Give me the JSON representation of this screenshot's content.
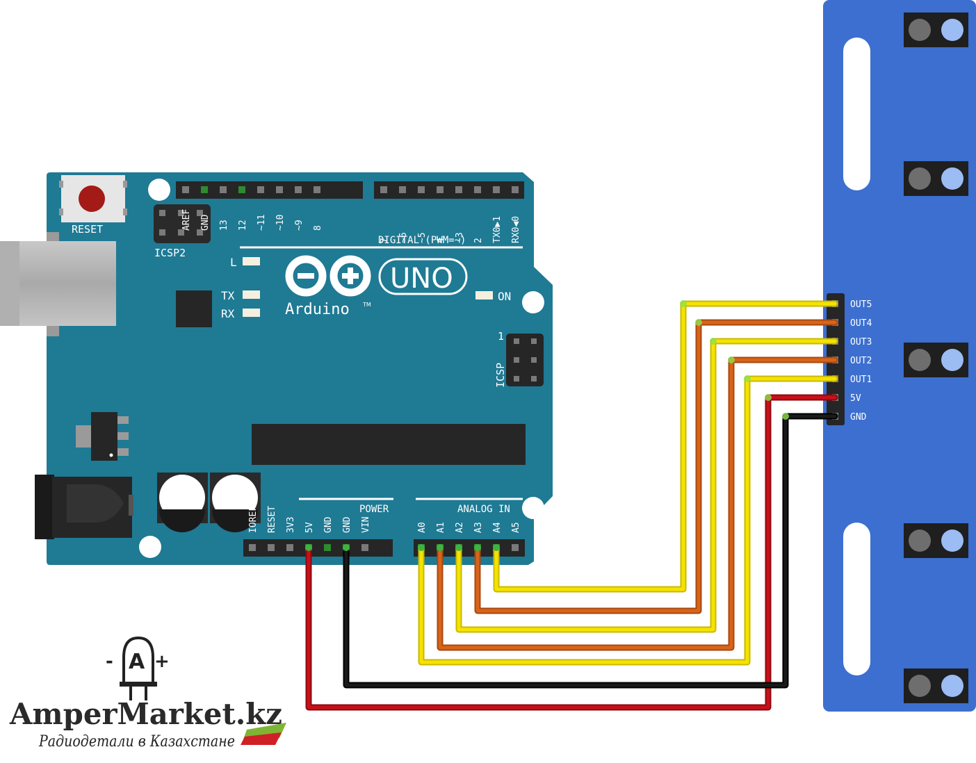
{
  "board": {
    "reset_label": "RESET",
    "icsp2_label": "ICSP2",
    "icsp_label": "ICSP",
    "icsp_pin1": "1",
    "led_l": "L",
    "led_tx": "TX",
    "led_rx": "RX",
    "led_on": "ON",
    "logo_uno": "UNO",
    "logo_name": "Arduino",
    "logo_tm": "TM",
    "digital_caption": "DIGITAL (PWM=~)",
    "power_caption": "POWER",
    "analog_caption": "ANALOG IN",
    "digital_pins_left": [
      "AREF",
      "GND",
      "13",
      "12",
      "~11",
      "~10",
      "~9",
      "8"
    ],
    "digital_pins_right": [
      "7",
      "~6",
      "~5",
      "4",
      "~3",
      "2",
      "TX0▶1",
      "RX0◀0"
    ],
    "power_pins": [
      "IOREF",
      "RESET",
      "3V3",
      "5V",
      "GND",
      "GND",
      "VIN"
    ],
    "analog_pins": [
      "A0",
      "A1",
      "A2",
      "A3",
      "A4",
      "A5"
    ]
  },
  "sensor": {
    "pins": [
      "OUT5",
      "OUT4",
      "OUT3",
      "OUT2",
      "OUT1",
      "5V",
      "GND"
    ]
  },
  "wires": [
    {
      "from": "A4",
      "to": "OUT5",
      "color": "#f5e300"
    },
    {
      "from": "A3",
      "to": "OUT4",
      "color": "#d8641a"
    },
    {
      "from": "A2",
      "to": "OUT3",
      "color": "#f5e300"
    },
    {
      "from": "A1",
      "to": "OUT2",
      "color": "#d8641a"
    },
    {
      "from": "A0",
      "to": "OUT1",
      "color": "#f5e300"
    },
    {
      "from": "5V",
      "to": "5V",
      "color": "#c8101a"
    },
    {
      "from": "GND",
      "to": "GND",
      "color": "#1a1a1a"
    }
  ],
  "brand": {
    "name": "AmperMarket.kz",
    "tagline": "Радиодетали в Казахстане",
    "logo_letter": "A",
    "logo_minus": "-",
    "logo_plus": "+"
  },
  "colors": {
    "board": "#1f7a94",
    "sensor": "#3c6fcf",
    "yellow": "#f5e300",
    "orange": "#d8641a",
    "red": "#c8101a",
    "black": "#1a1a1a"
  }
}
